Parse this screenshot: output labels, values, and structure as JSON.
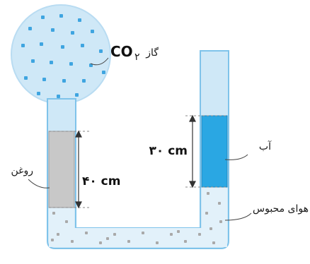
{
  "labels": {
    "gas_formula": "CO",
    "gas_subscript": "۲",
    "gas_name": "گاز",
    "oil": "روغن",
    "oil_height": "۴۰ cm",
    "water": "آب",
    "water_height": "۳۰ cm",
    "trapped_air": "هوای محبوس"
  },
  "colors": {
    "bulb_fill": "#cfe8f7",
    "tube_fill": "#cfe8f7",
    "tube_stroke": "#7fc3ea",
    "oil_fill": "#c8c8c8",
    "water_fill": "#2aa7e3",
    "gas_dots": "#3fa5e0",
    "air_dots": "#a9a9a9"
  }
}
